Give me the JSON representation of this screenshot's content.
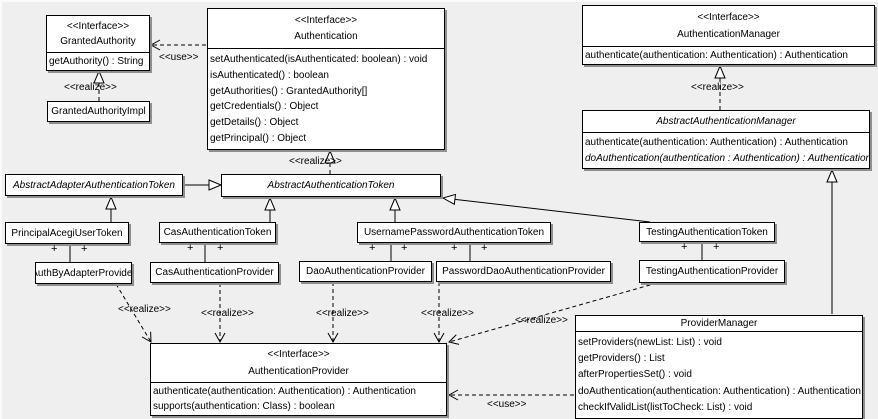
{
  "diagram": {
    "colors": {
      "background": "#efefef",
      "box_fill": "#ffffff",
      "line": "#000000",
      "shadow": "#8f8f8f"
    }
  },
  "relations": {
    "use": "<<use>>",
    "realize": "<<realize>>",
    "multiplicity_plus": "+"
  },
  "classes": {
    "granted_authority": {
      "stereotype": "<<Interface>>",
      "name": "GrantedAuthority",
      "methods": [
        "getAuthority() : String"
      ]
    },
    "authentication": {
      "stereotype": "<<Interface>>",
      "name": "Authentication",
      "methods": [
        "setAuthenticated(isAuthenticated: boolean) : void",
        "isAuthenticated() : boolean",
        "getAuthorities() : GrantedAuthority[]",
        "getCredentials() : Object",
        "getDetails() : Object",
        "getPrincipal() : Object"
      ]
    },
    "granted_authority_impl": {
      "name": "GrantedAuthorityImpl"
    },
    "authentication_manager": {
      "stereotype": "<<Interface>>",
      "name": "AuthenticationManager",
      "methods": [
        "authenticate(authentication: Authentication) : Authentication"
      ]
    },
    "abstract_authentication_manager": {
      "name": "AbstractAuthenticationManager",
      "methods": [
        "authenticate(authentication: Authentication) : Authentication",
        "doAuthentication(authentication : Authentication) : Authentication"
      ]
    },
    "abstract_adapter_authentication_token": {
      "name": "AbstractAdapterAuthenticationToken"
    },
    "abstract_authentication_token": {
      "name": "AbstractAuthenticationToken"
    },
    "principal_acegi_user_token": {
      "name": "PrincipalAcegiUserToken"
    },
    "cas_authentication_token": {
      "name": "CasAuthenticationToken"
    },
    "username_password_authentication_token": {
      "name": "UsernamePasswordAuthenticationToken"
    },
    "testing_authentication_token": {
      "name": "TestingAuthenticationToken"
    },
    "auth_by_adapter_provider": {
      "name": "AuthByAdapterProvider"
    },
    "cas_authentication_provider": {
      "name": "CasAuthenticationProvider"
    },
    "dao_authentication_provider": {
      "name": "DaoAuthenticationProvider"
    },
    "password_dao_authentication_provider": {
      "name": "PasswordDaoAuthenticationProvider"
    },
    "testing_authentication_provider": {
      "name": "TestingAuthenticationProvider"
    },
    "authentication_provider": {
      "stereotype": "<<Interface>>",
      "name": "AuthenticationProvider",
      "methods": [
        "authenticate(authentication: Authentication) : Authentication",
        "supports(authentication: Class) : boolean"
      ]
    },
    "provider_manager": {
      "name": "ProviderManager",
      "methods": [
        "setProviders(newList: List) : void",
        "getProviders() : List",
        "afterPropertiesSet() : void",
        "doAuthentication(authentication: Authentication) : Authentication",
        "checkIfValidList(listToCheck: List) : void"
      ]
    }
  }
}
